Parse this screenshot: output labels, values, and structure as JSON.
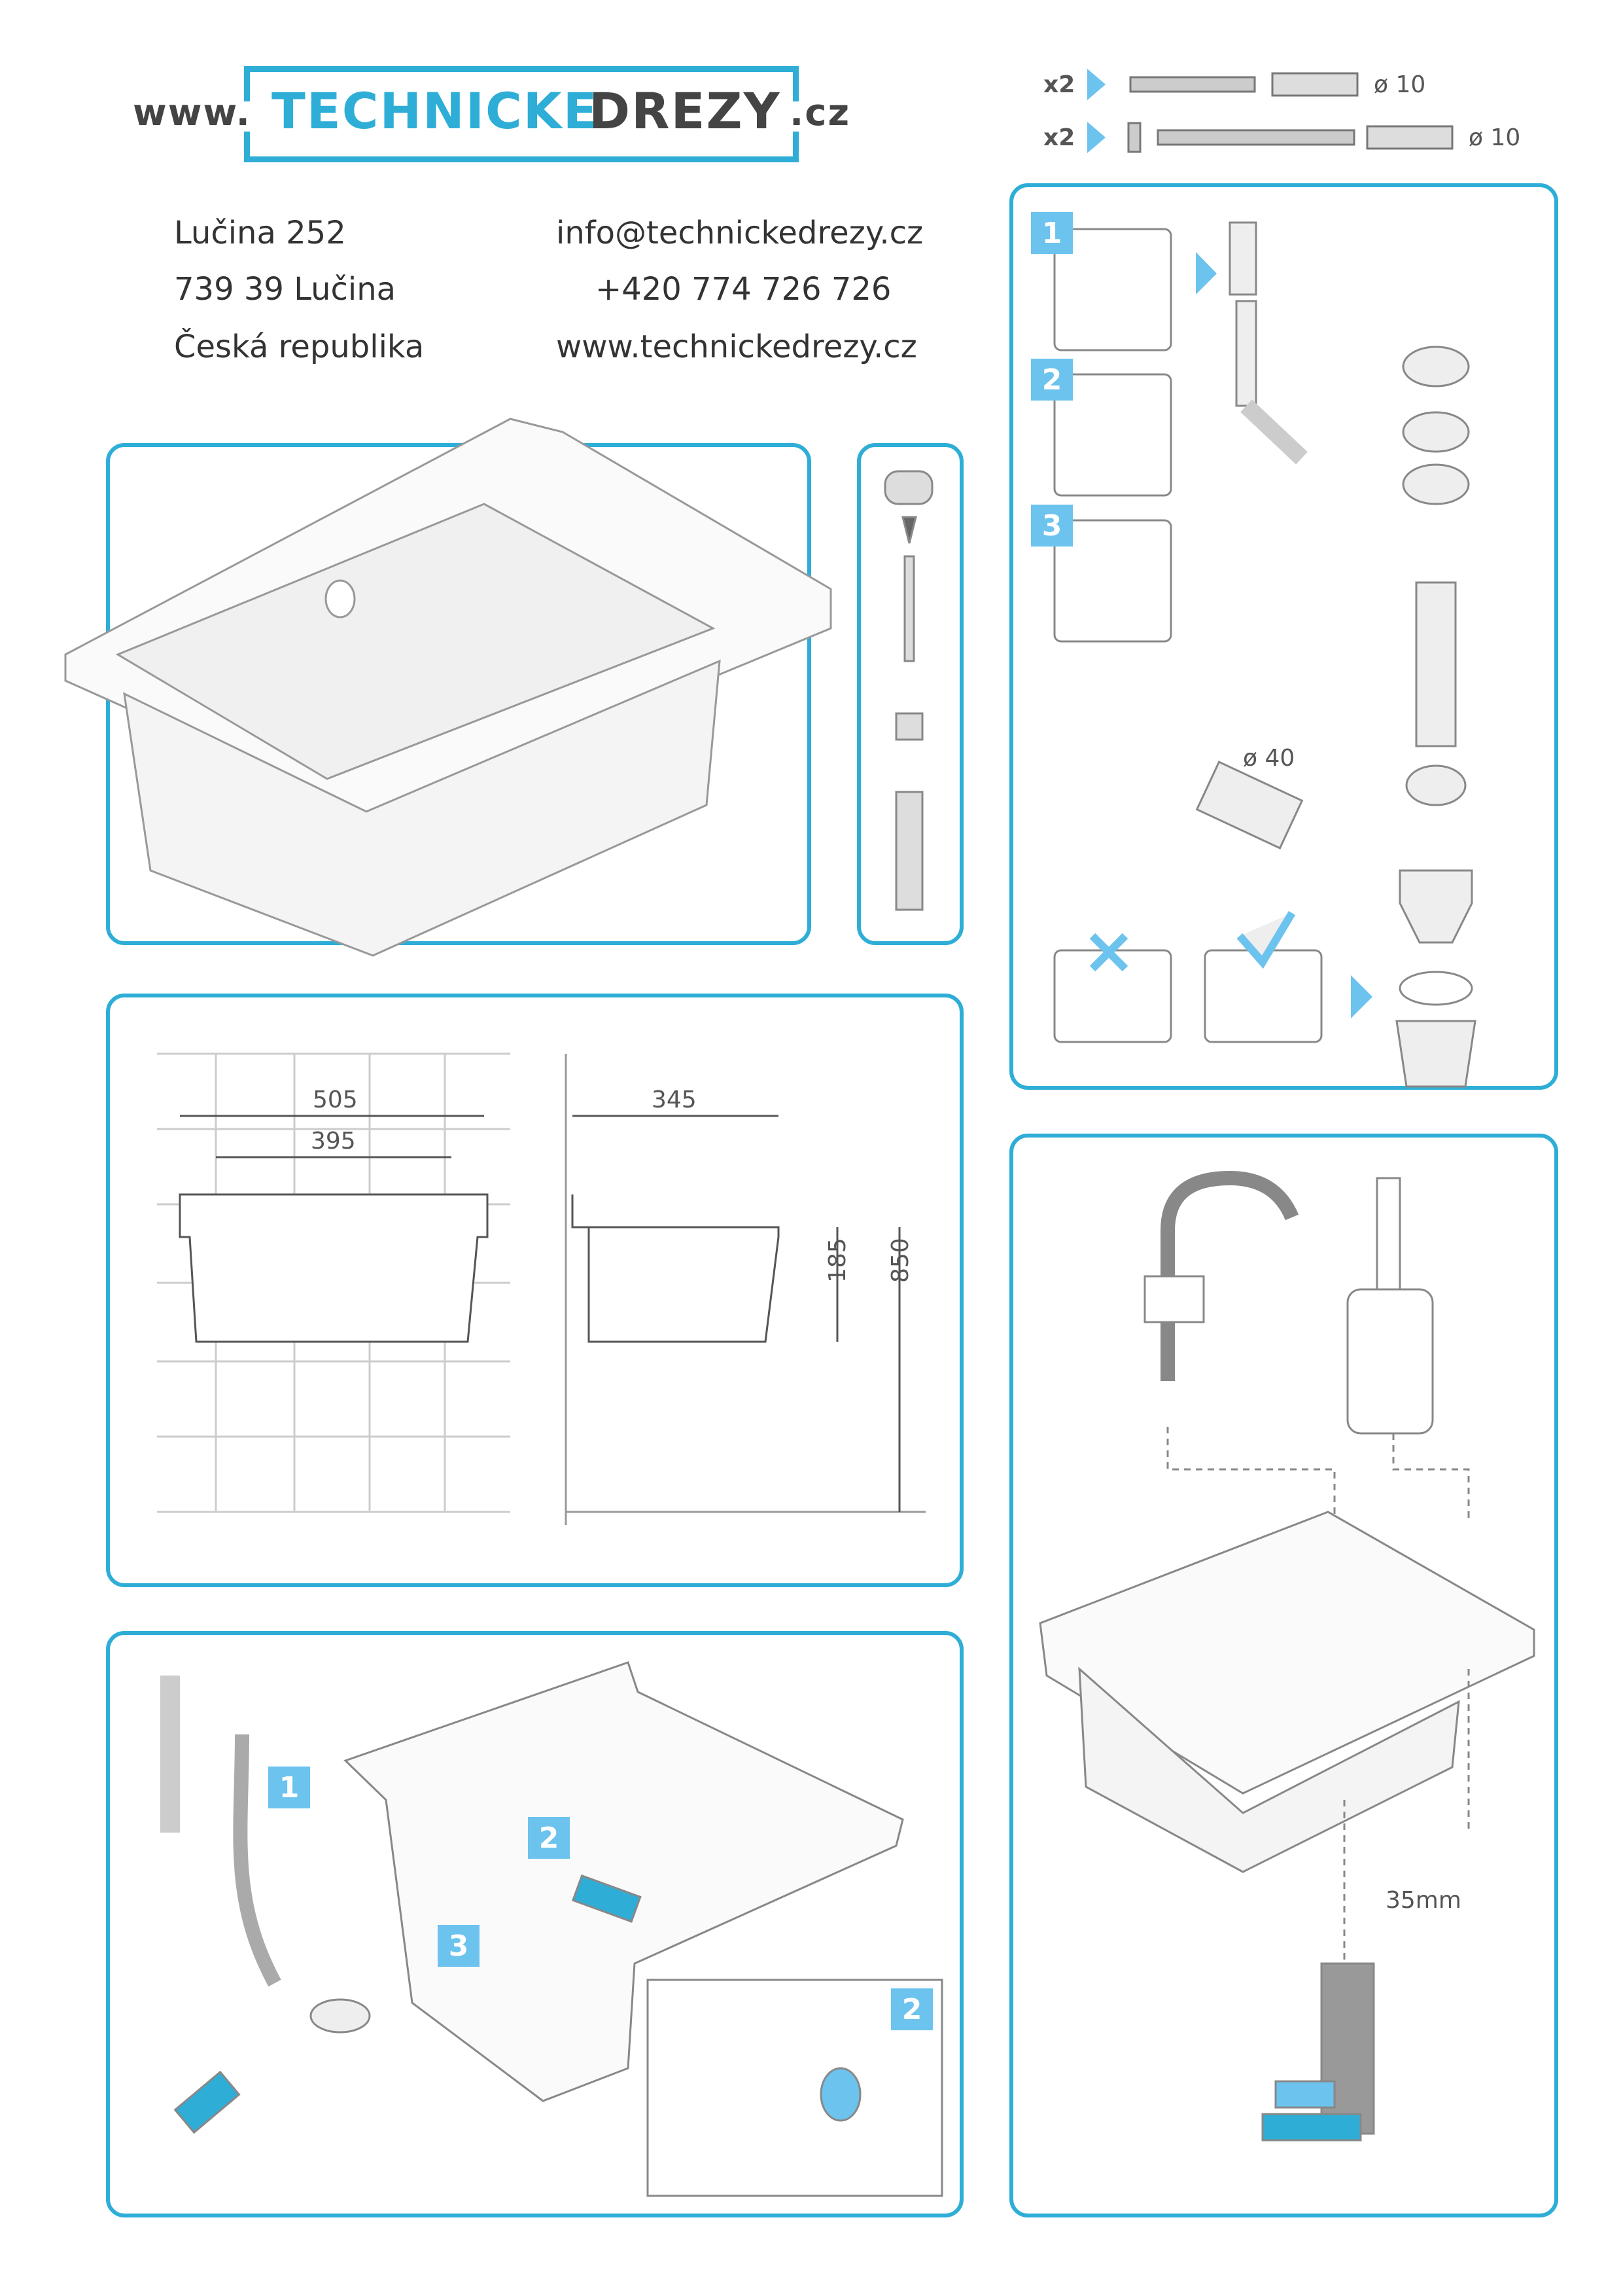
{
  "logo": {
    "prefix": "www.",
    "brand_blue": "TECHNICKE",
    "brand_dark": "DREZY",
    "suffix": ".cz"
  },
  "address": {
    "line1": "Lučina 252",
    "line2": "739 39  Lučina",
    "line3": "Česká republika"
  },
  "contact": {
    "email": "info@technickedrezy.cz",
    "phone": "+420 774 726 726",
    "web": "www.technickedrezy.cz"
  },
  "hardware": [
    {
      "qty": "x2",
      "diameter": "ø 10"
    },
    {
      "qty": "x2",
      "diameter": "ø 10"
    }
  ],
  "dimensions": {
    "width_outer": "505",
    "width_inner": "395",
    "depth": "345",
    "bowl_height": "185",
    "mount_height": "850"
  },
  "siphon": {
    "steps": [
      "1",
      "2",
      "3"
    ],
    "pipe_diameter": "ø 40"
  },
  "install": {
    "steps": [
      "1",
      "2",
      "3",
      "2"
    ]
  },
  "faucet": {
    "drill_size": "35mm"
  },
  "colors": {
    "accent": "#2eaed6",
    "badge": "#6cc3ee",
    "text": "#333333"
  }
}
